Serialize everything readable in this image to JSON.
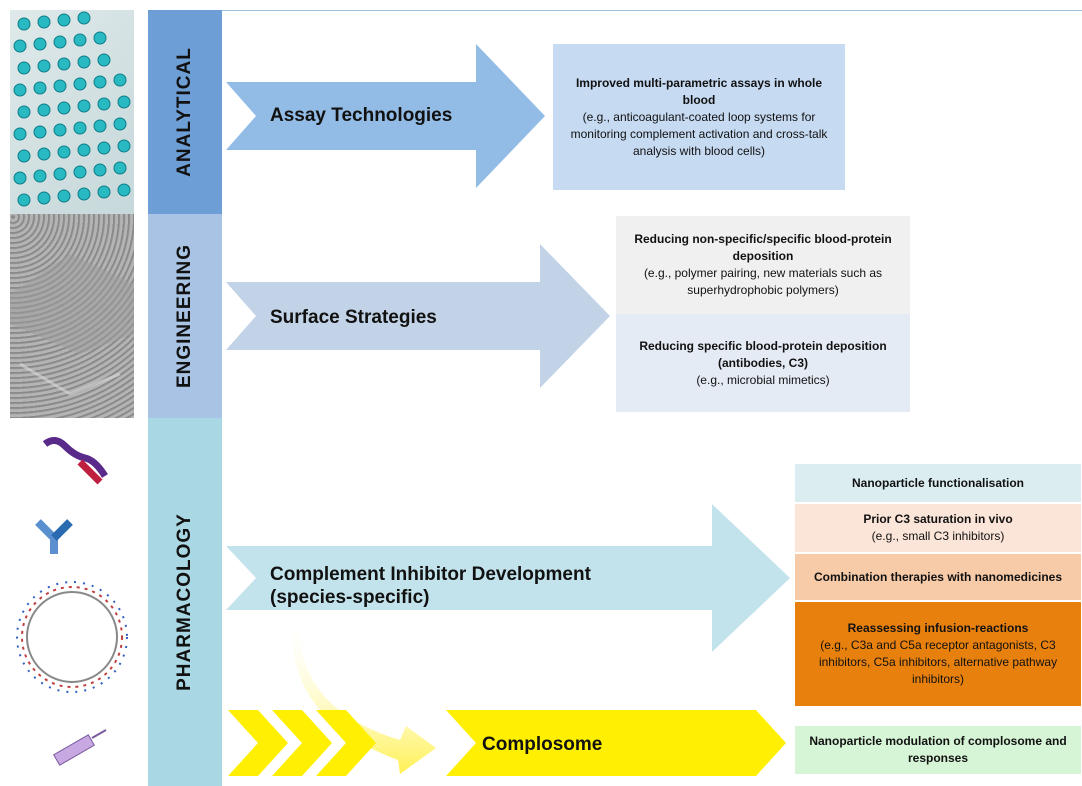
{
  "bands": {
    "analytical": "ANALYTICAL",
    "engineering": "ENGINEERING",
    "pharmacology": "PHARMACOLOGY"
  },
  "arrows": {
    "assay": "Assay Technologies",
    "surface": "Surface Strategies",
    "inhibitor_line1": "Complement Inhibitor Development",
    "inhibitor_line2": "(species-specific)",
    "complosome": "Complosome"
  },
  "boxes": {
    "assay": {
      "title": "Improved multi-parametric assays in whole blood",
      "detail": "(e.g., anticoagulant-coated loop systems for monitoring complement activation and cross-talk analysis with blood cells)"
    },
    "surface1": {
      "title": "Reducing non-specific/specific blood-protein deposition",
      "detail": "(e.g., polymer pairing, new materials such as superhydrophobic polymers)"
    },
    "surface2": {
      "title": "Reducing specific blood-protein deposition (antibodies, C3)",
      "detail": "(e.g., microbial mimetics)"
    },
    "pharm1": {
      "title": "Nanoparticle functionalisation"
    },
    "pharm2": {
      "title": "Prior C3 saturation in vivo",
      "detail": "(e.g., small C3 inhibitors)"
    },
    "pharm3": {
      "title": "Combination therapies with nanomedicines"
    },
    "pharm4": {
      "title": "Reassessing infusion-reactions",
      "detail": "(e.g., C3a and C5a receptor antagonists, C3 inhibitors, C5a inhibitors, alternative pathway inhibitors)"
    },
    "complosome": {
      "title": "Nanoparticle modulation of complosome and responses"
    }
  },
  "colors": {
    "analytical_band": "#6d9fd6",
    "engineering_band": "#a8c3e4",
    "pharmacology_band": "#a9d8e4",
    "assay_arrow": "#92bce6",
    "surface_arrow": "#c2d3e7",
    "inhibitor_arrow": "#c3e3ec",
    "complosome_arrow": "#ffef00",
    "reassessing_box": "#e8800e"
  }
}
